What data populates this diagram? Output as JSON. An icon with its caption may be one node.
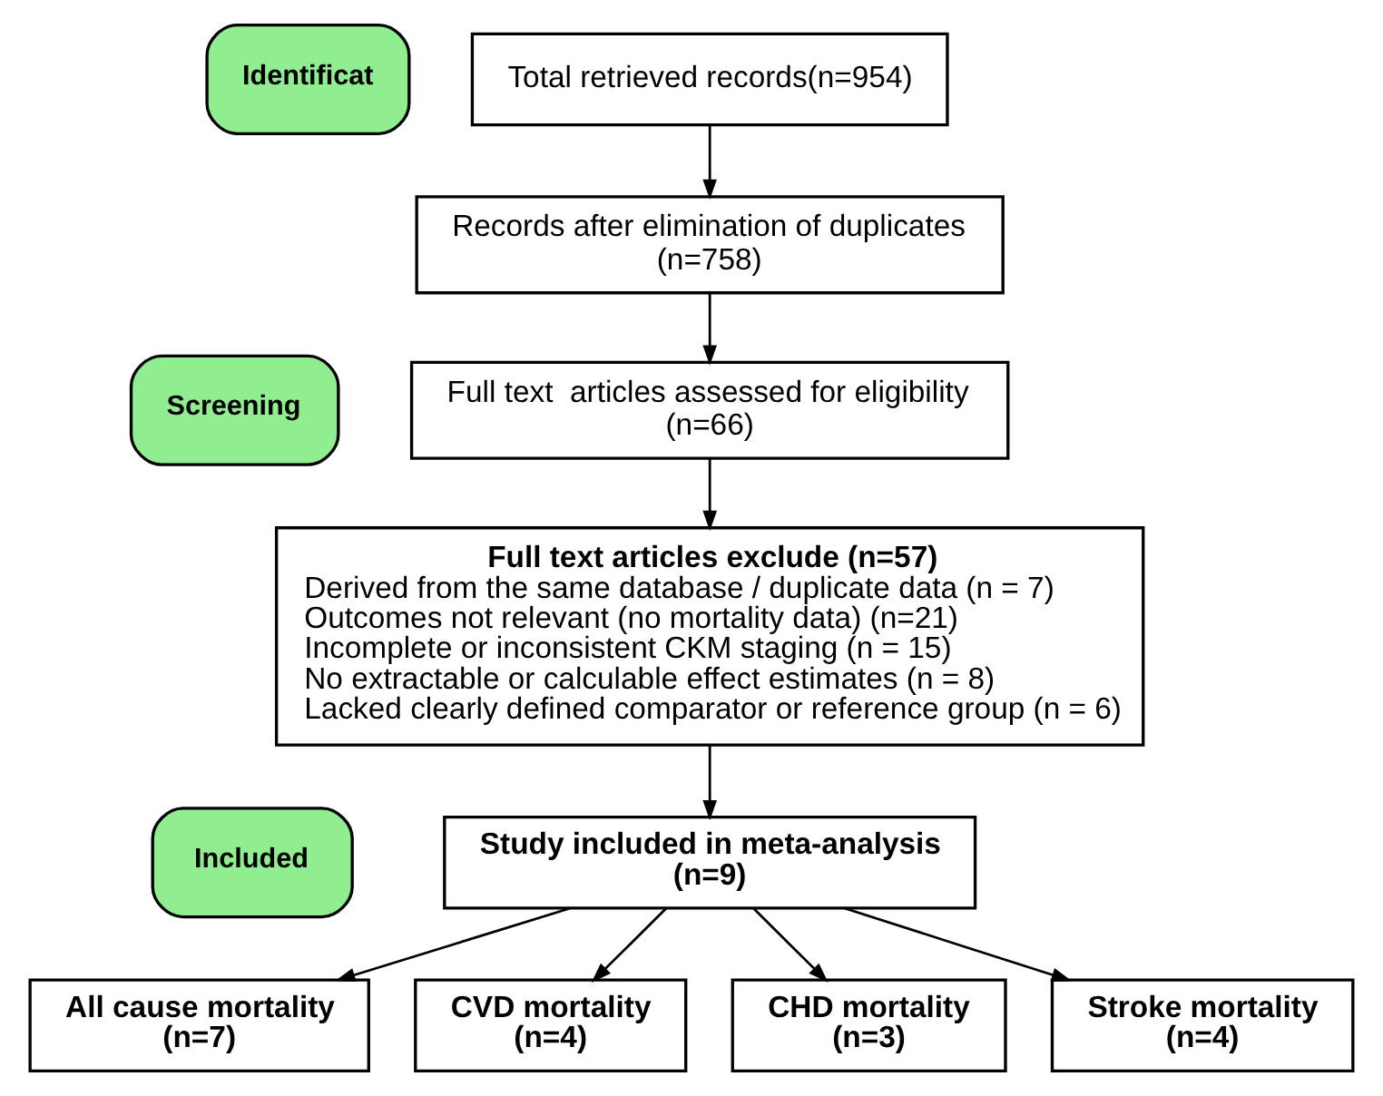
{
  "diagram": {
    "nodes": [
      {
        "text": [
          "Identificat"
        ]
      },
      {
        "text": [
          "Total retrieved records(n=954)"
        ]
      },
      {
        "text": [
          "Screening"
        ]
      },
      {
        "text": [
          "Records after elimination of duplicates",
          "(n=758)"
        ]
      },
      {
        "text": [
          "Full text  articles assessed for eligibility",
          "(n=66)"
        ]
      },
      {
        "text": [
          "Full text articles exclude (n=57)",
          "Derived from the same database / duplicate data (n = 7)",
          "Outcomes not relevant (no mortality data) (n=21)",
          "Incomplete or inconsistent CKM staging (n = 15)",
          "No extractable or calculable effect estimates (n = 8)",
          "Lacked clearly defined comparator or reference group (n = 6)"
        ]
      },
      {
        "text": [
          "Included"
        ]
      },
      {
        "text": [
          "Study included in meta-analysis",
          "(n=9)"
        ]
      },
      {
        "text": [
          "All cause mortality",
          "(n=7)"
        ]
      },
      {
        "text": [
          "CVD mortality",
          "(n=4)"
        ]
      },
      {
        "text": [
          "CHD mortality",
          "(n=3)"
        ]
      },
      {
        "text": [
          "Stroke mortality",
          "(n=4)"
        ]
      }
    ],
    "edges": [
      {
        "from": 1,
        "to": 3,
        "arrow": "to"
      },
      {
        "from": 3,
        "to": 4,
        "arrow": "to"
      },
      {
        "from": 4,
        "to": 5,
        "arrow": "to"
      },
      {
        "from": 5,
        "to": 7,
        "arrow": "to"
      },
      {
        "from": 7,
        "to": 8,
        "arrow": "to"
      },
      {
        "from": 7,
        "to": 9,
        "arrow": "to"
      },
      {
        "from": 7,
        "to": 10,
        "arrow": "to"
      },
      {
        "from": 7,
        "to": 11,
        "arrow": "to"
      }
    ]
  }
}
